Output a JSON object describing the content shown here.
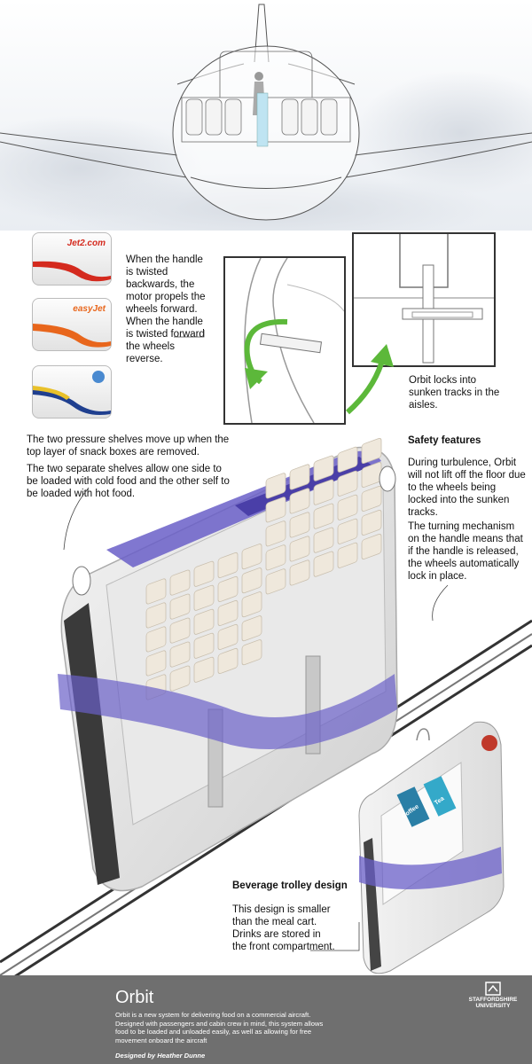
{
  "callouts": {
    "handle": "When the handle is twisted backwards, the motor propels the wheels forward. When the handle is twisted forward the wheels reverse.",
    "locks": "Orbit locks into sunken tracks in the aisles.",
    "shelves_1": "The two pressure shelves move up when the top layer of snack boxes are removed.",
    "shelves_2": "The two separate shelves allow one side to be loaded with cold food and the other self to be loaded with hot food.",
    "safety_title": "Safety features",
    "safety_1": "During turbulence, Orbit will not lift off the floor due to the wheels being locked into the sunken tracks.",
    "safety_2": "The turning mechanism on the handle means that if the handle is released, the wheels automatically lock in place.",
    "beverage_title": "Beverage trolley design",
    "beverage_text": "This design is smaller than the meal cart. Drinks are stored in the front compartment."
  },
  "swatches": [
    {
      "brand": "Jet2.com",
      "color": "#d42a1e"
    },
    {
      "brand": "easyJet",
      "color": "#e8661c"
    },
    {
      "brand": "",
      "color": "#1f3f8f"
    }
  ],
  "beverage_labels": {
    "coffee": "Coffee",
    "tea": "Tea"
  },
  "footer": {
    "title": "Orbit",
    "description": "Orbit is a new system for delivering food on a commercial aircraft. Designed with passengers and cabin crew in mind, this system allows food to be loaded and unloaded easily, as well as allowing for free movement onboard the aircraft",
    "credit": "Designed by Heather Dunne",
    "logo_line1": "STAFFORDSHIRE",
    "logo_line2": "UNIVERSITY"
  },
  "colors": {
    "accent_purple": "#6a5fc8",
    "arrow_green": "#5cb83a",
    "footer_bg": "#6f6f6f"
  }
}
